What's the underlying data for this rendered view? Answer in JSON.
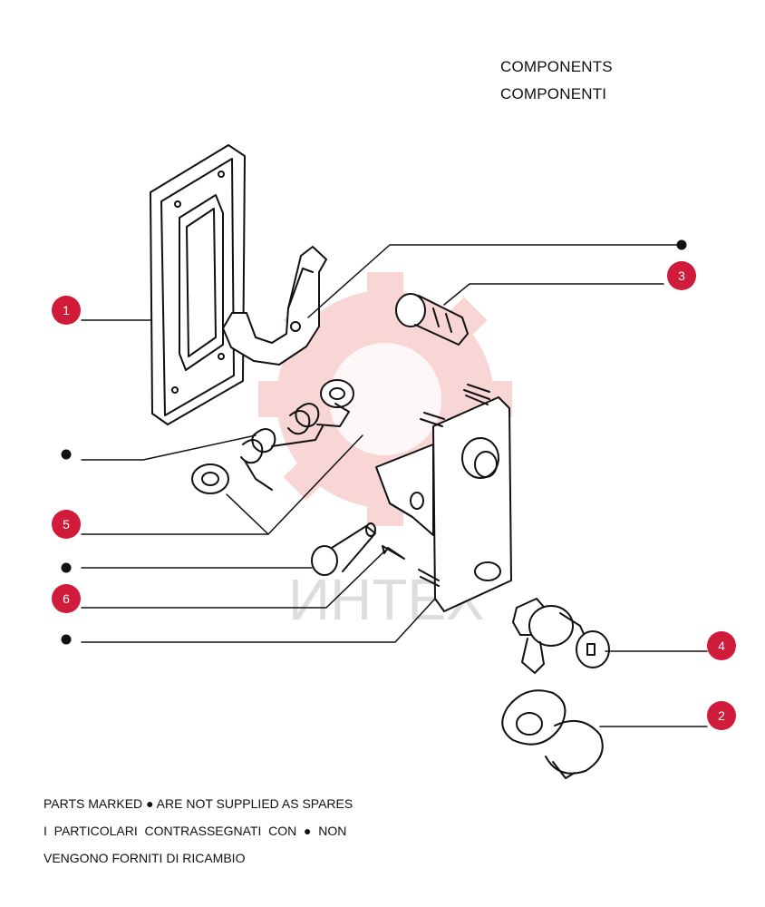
{
  "header": {
    "title_en": "COMPONENTS",
    "title_it": "COMPONENTI"
  },
  "watermark": {
    "text": "ИНТЕХ",
    "color": "#f5b5b5"
  },
  "callouts": [
    {
      "id": "1"
    },
    {
      "id": "3"
    },
    {
      "id": "5"
    },
    {
      "id": "6"
    },
    {
      "id": "4"
    },
    {
      "id": "2"
    }
  ],
  "colors": {
    "callout_fill": "#d01c3a",
    "line": "#111111"
  },
  "notes": {
    "line1_part1": "PARTS MARKED",
    "line1_part2": "ARE NOT SUPPLIED AS SPARES",
    "line2_part1": "I  PARTICOLARI  CONTRASSEGNATI  CON",
    "line2_part2": "NON",
    "line3": "VENGONO FORNITI DI RICAMBIO"
  }
}
